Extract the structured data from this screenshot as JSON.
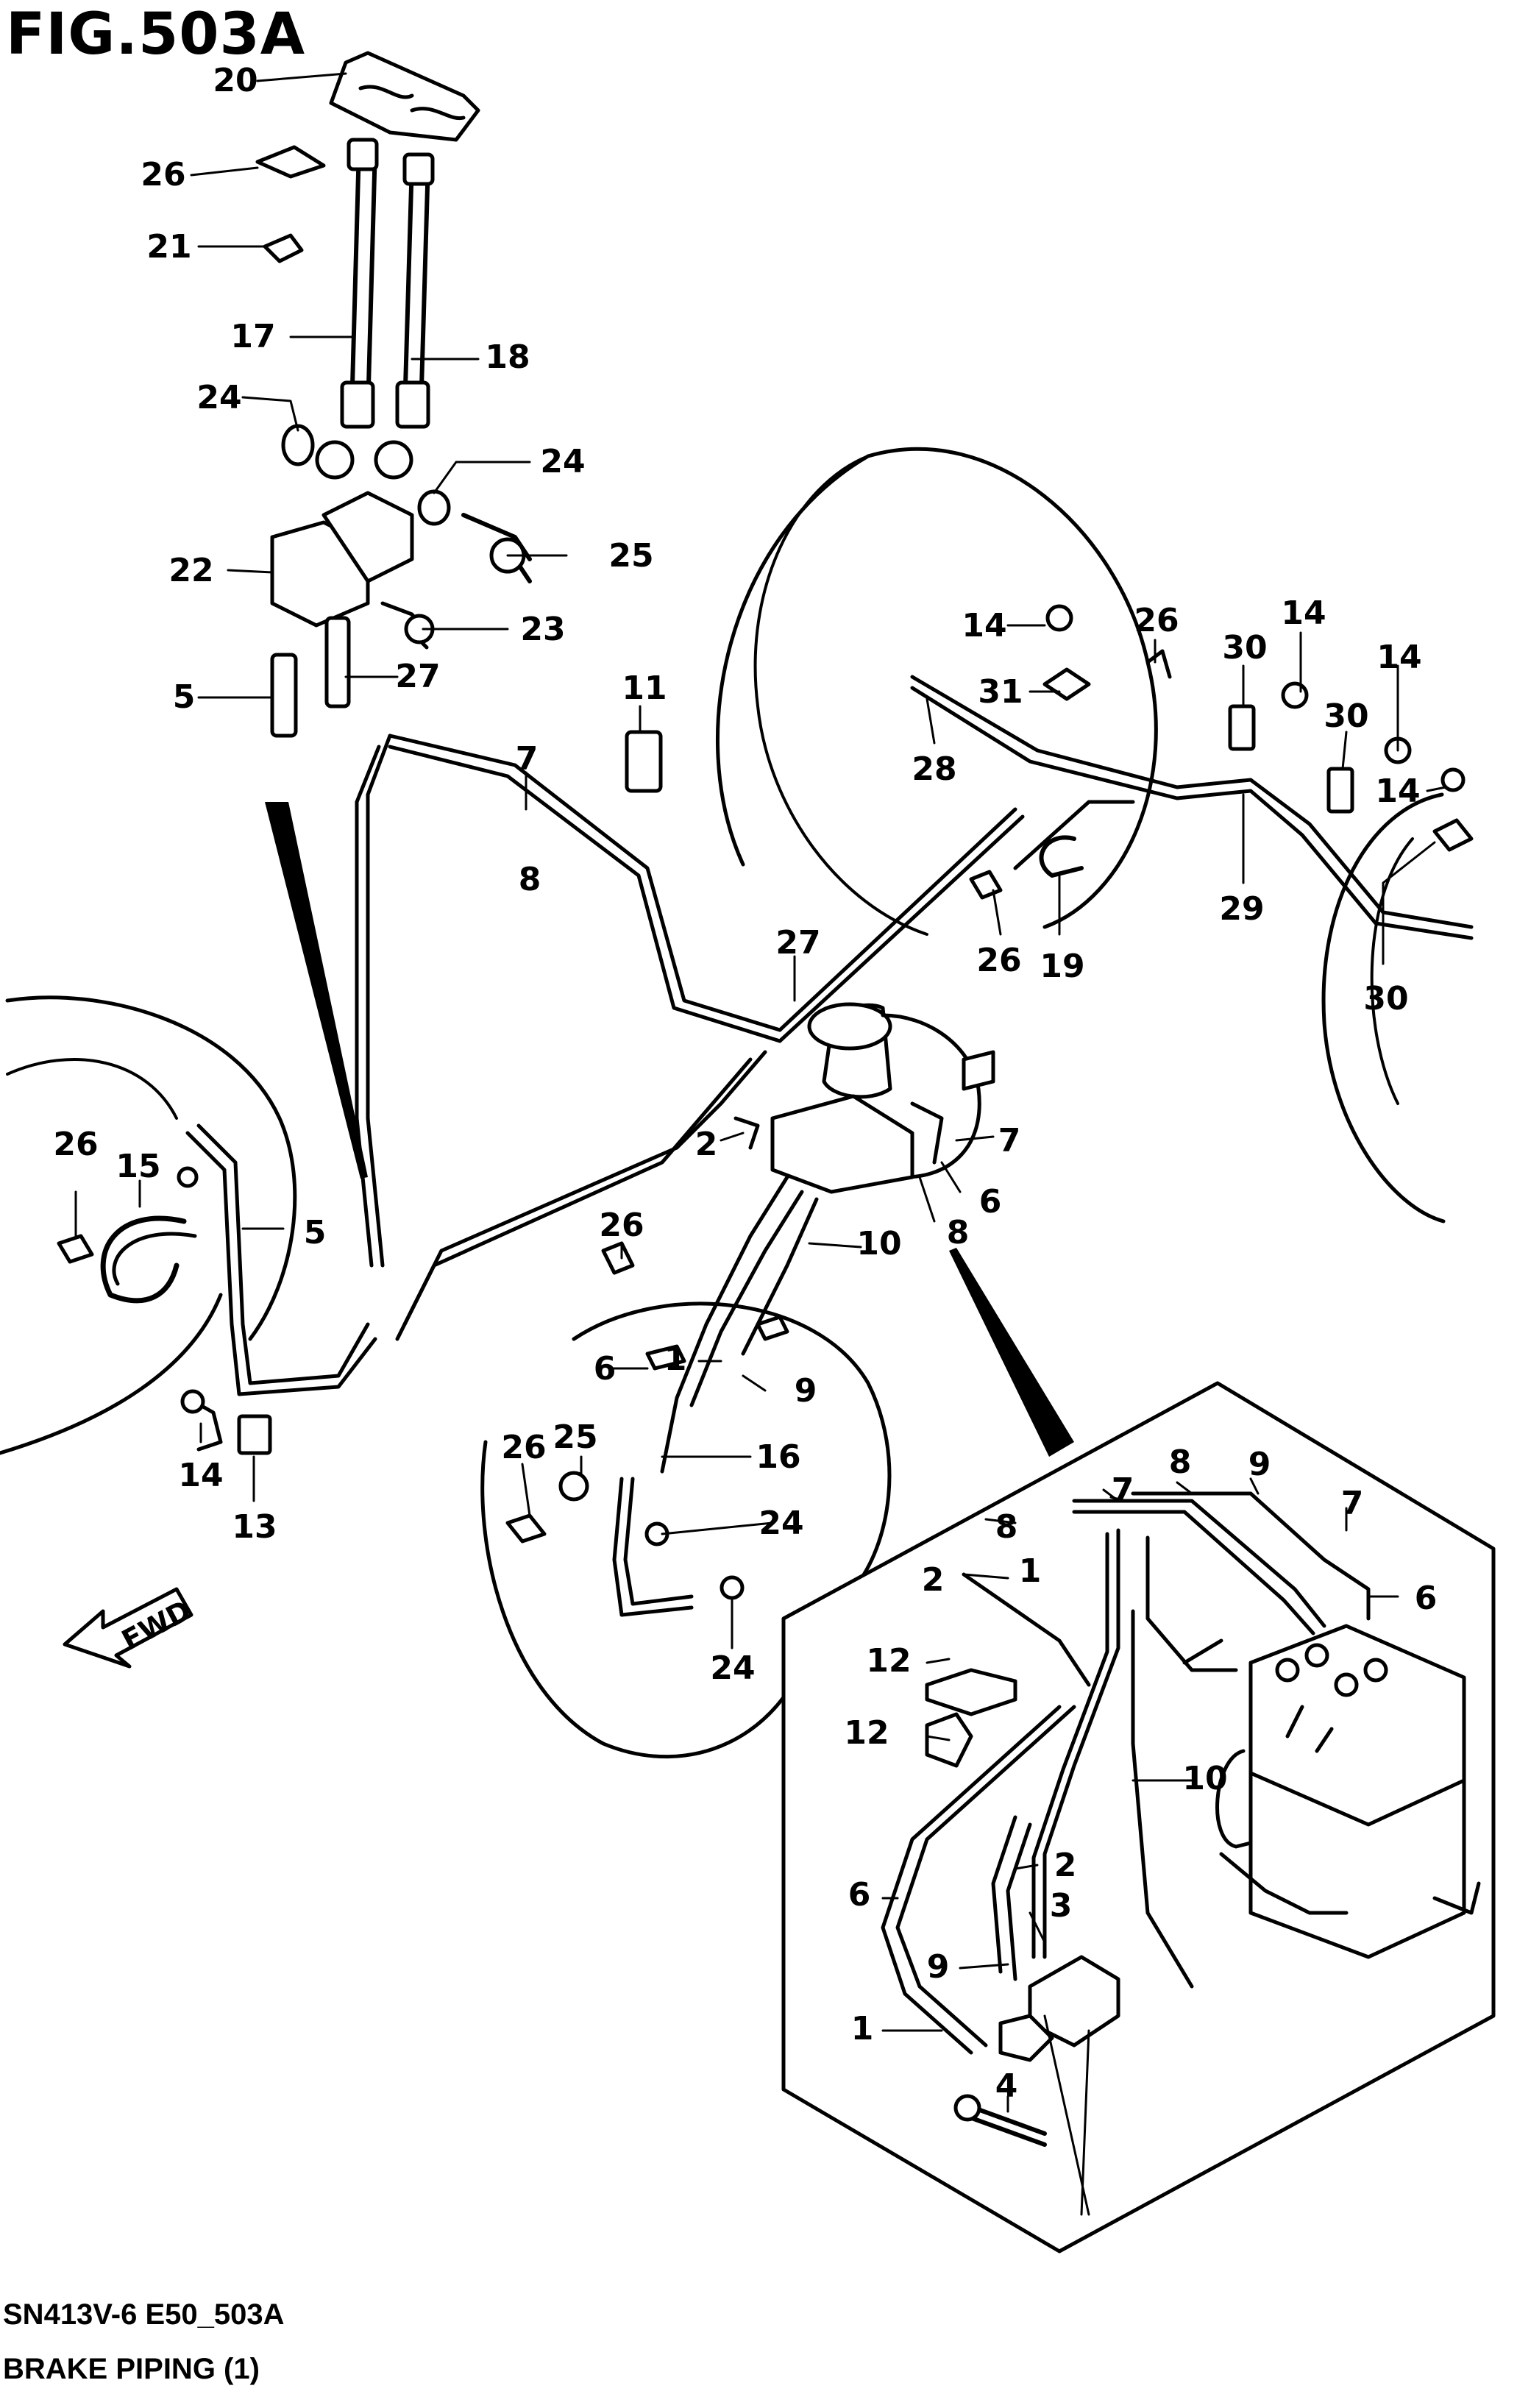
{
  "figure": {
    "title": "FIG.503A",
    "code": "SN413V-6 E50_503A",
    "caption": "BRAKE PIPING (1)"
  },
  "fwd_label": "FWD",
  "callouts": [
    {
      "id": "c-20",
      "label": "20"
    },
    {
      "id": "c-26a",
      "label": "26"
    },
    {
      "id": "c-21",
      "label": "21"
    },
    {
      "id": "c-17",
      "label": "17"
    },
    {
      "id": "c-18",
      "label": "18"
    },
    {
      "id": "c-24a",
      "label": "24"
    },
    {
      "id": "c-24b",
      "label": "24"
    },
    {
      "id": "c-22",
      "label": "22"
    },
    {
      "id": "c-25a",
      "label": "25"
    },
    {
      "id": "c-23",
      "label": "23"
    },
    {
      "id": "c-27a",
      "label": "27"
    },
    {
      "id": "c-5a",
      "label": "5"
    },
    {
      "id": "c-11",
      "label": "11"
    },
    {
      "id": "c-7a",
      "label": "7"
    },
    {
      "id": "c-8a",
      "label": "8"
    },
    {
      "id": "c-27b",
      "label": "27"
    },
    {
      "id": "c-14a",
      "label": "14"
    },
    {
      "id": "c-26b",
      "label": "26"
    },
    {
      "id": "c-31",
      "label": "31"
    },
    {
      "id": "c-28",
      "label": "28"
    },
    {
      "id": "c-30a",
      "label": "30"
    },
    {
      "id": "c-14b",
      "label": "14"
    },
    {
      "id": "c-14c",
      "label": "14"
    },
    {
      "id": "c-30b",
      "label": "30"
    },
    {
      "id": "c-14d",
      "label": "14"
    },
    {
      "id": "c-29",
      "label": "29"
    },
    {
      "id": "c-26c",
      "label": "26"
    },
    {
      "id": "c-19",
      "label": "19"
    },
    {
      "id": "c-30c",
      "label": "30"
    },
    {
      "id": "c-2a",
      "label": "2"
    },
    {
      "id": "c-7b",
      "label": "7"
    },
    {
      "id": "c-6a",
      "label": "6"
    },
    {
      "id": "c-8b",
      "label": "8"
    },
    {
      "id": "c-10a",
      "label": "10"
    },
    {
      "id": "c-26d",
      "label": "26"
    },
    {
      "id": "c-15",
      "label": "15"
    },
    {
      "id": "c-5b",
      "label": "5"
    },
    {
      "id": "c-26e",
      "label": "26"
    },
    {
      "id": "c-6b",
      "label": "6"
    },
    {
      "id": "c-1a",
      "label": "1"
    },
    {
      "id": "c-9a",
      "label": "9"
    },
    {
      "id": "c-14e",
      "label": "14"
    },
    {
      "id": "c-13",
      "label": "13"
    },
    {
      "id": "c-26f",
      "label": "26"
    },
    {
      "id": "c-25b",
      "label": "25"
    },
    {
      "id": "c-16",
      "label": "16"
    },
    {
      "id": "c-24c",
      "label": "24"
    },
    {
      "id": "c-24d",
      "label": "24"
    },
    {
      "id": "c-8c",
      "label": "8"
    },
    {
      "id": "c-9b",
      "label": "9"
    },
    {
      "id": "c-7c",
      "label": "7"
    },
    {
      "id": "c-7d",
      "label": "7"
    },
    {
      "id": "c-8d",
      "label": "8"
    },
    {
      "id": "c-1b",
      "label": "1"
    },
    {
      "id": "c-2b",
      "label": "2"
    },
    {
      "id": "c-6c",
      "label": "6"
    },
    {
      "id": "c-12a",
      "label": "12"
    },
    {
      "id": "c-12b",
      "label": "12"
    },
    {
      "id": "c-10b",
      "label": "10"
    },
    {
      "id": "c-2c",
      "label": "2"
    },
    {
      "id": "c-6d",
      "label": "6"
    },
    {
      "id": "c-3",
      "label": "3"
    },
    {
      "id": "c-9c",
      "label": "9"
    },
    {
      "id": "c-1c",
      "label": "1"
    },
    {
      "id": "c-4",
      "label": "4"
    }
  ]
}
